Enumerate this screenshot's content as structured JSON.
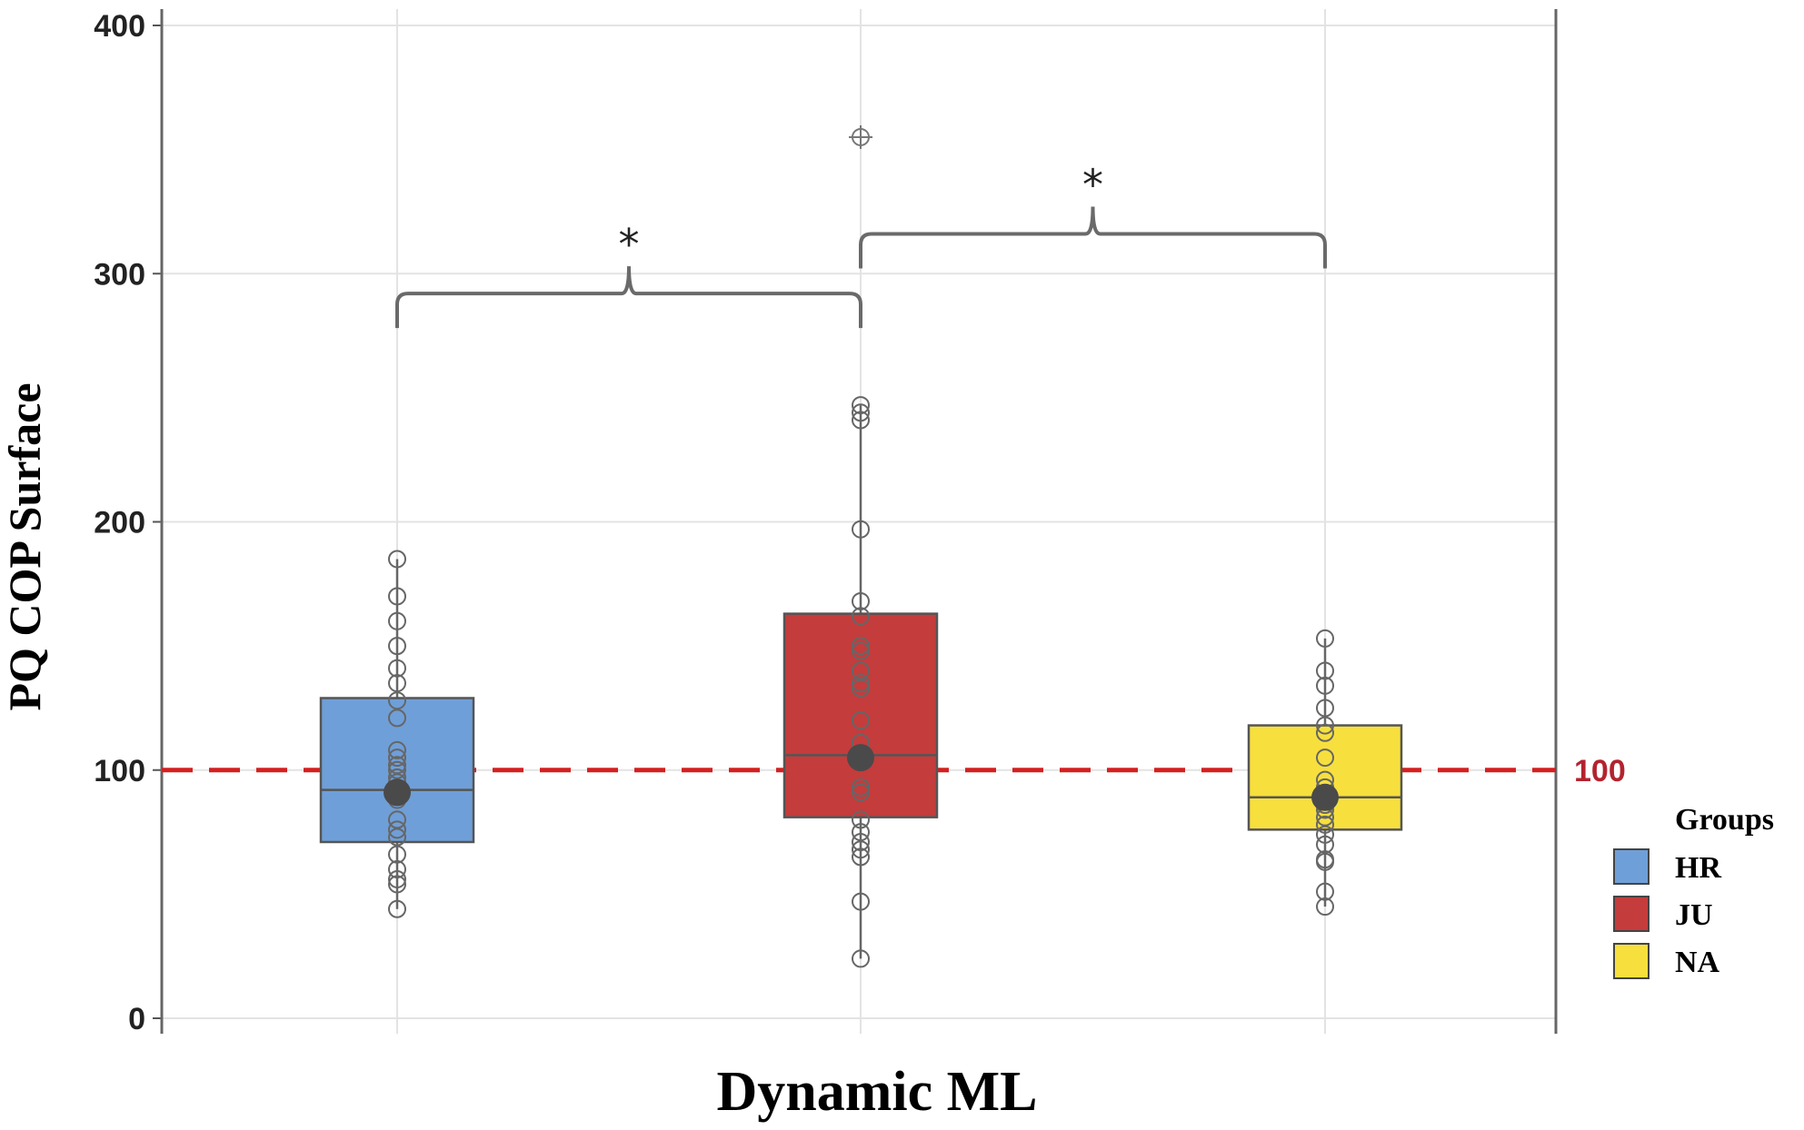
{
  "chart_data": {
    "type": "boxplot",
    "title": "",
    "xlabel": "Dynamic ML",
    "ylabel": "PQ COP Surface",
    "ylim": [
      0,
      400
    ],
    "yticks": [
      0,
      100,
      200,
      300,
      400
    ],
    "grid": true,
    "reference_line": {
      "value": 100,
      "label": "100",
      "color": "#d42020",
      "style": "dashed"
    },
    "legend": {
      "title": "Groups",
      "position": "right",
      "entries": [
        {
          "name": "HR",
          "color": "#6f9fd8"
        },
        {
          "name": "JU",
          "color": "#c43c3c"
        },
        {
          "name": "NA",
          "color": "#f7e03d"
        }
      ]
    },
    "series": [
      {
        "name": "HR",
        "color": "#6f9fd8",
        "q1": 71,
        "median": 92,
        "q3": 129,
        "mean": 91,
        "whisker_low": 44,
        "whisker_high": 185,
        "points": [
          185,
          170,
          160,
          150,
          141,
          135,
          128,
          121,
          108,
          105,
          102,
          100,
          97,
          95,
          90,
          88,
          80,
          76,
          73,
          66,
          60,
          56,
          54,
          44
        ],
        "outliers": []
      },
      {
        "name": "JU",
        "color": "#c43c3c",
        "q1": 81,
        "median": 106,
        "q3": 163,
        "mean": 105,
        "whisker_low": 24,
        "whisker_high": 247,
        "points": [
          247,
          244,
          241,
          197,
          168,
          162,
          150,
          148,
          140,
          135,
          133,
          120,
          111,
          104,
          93,
          91,
          80,
          75,
          71,
          68,
          65,
          47,
          24
        ],
        "outliers": [
          355
        ]
      },
      {
        "name": "NA",
        "color": "#f7e03d",
        "q1": 76,
        "median": 89,
        "q3": 118,
        "mean": 89,
        "whisker_low": 45,
        "whisker_high": 153,
        "points": [
          153,
          140,
          134,
          125,
          118,
          115,
          105,
          96,
          93,
          90,
          88,
          86,
          84,
          81,
          78,
          74,
          70,
          64,
          63,
          51,
          45
        ],
        "outliers": []
      }
    ],
    "significance": [
      {
        "between": [
          "HR",
          "JU"
        ],
        "label": "*",
        "y": 292
      },
      {
        "between": [
          "JU",
          "NA"
        ],
        "label": "*",
        "y": 316
      }
    ]
  }
}
